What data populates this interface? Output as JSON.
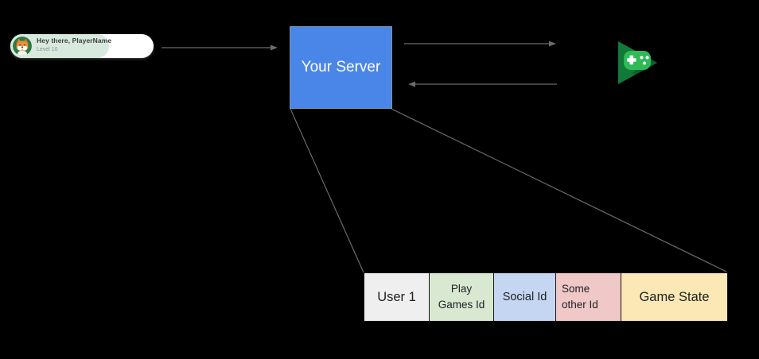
{
  "canvas": {
    "background": "#000000"
  },
  "player_card": {
    "greeting": "Hey there, PlayerName",
    "level": "Level 10",
    "avatar_icon": "fox-avatar-icon",
    "colors": {
      "card_bg": "#ffffff",
      "highlight_bg": "#d8e9dd",
      "avatar_bg": "#2c7a44",
      "greeting_text": "#3c4043",
      "level_text": "#8b9196"
    }
  },
  "server_box": {
    "label": "Your Server",
    "bg": "#4a86e8",
    "text_color": "#ffffff"
  },
  "play_games_icon": {
    "name": "google-play-games-icon",
    "triangle_color": "#117a38",
    "gamepad_color": "#2fba57",
    "shadow_color": "#0b6230",
    "glyph_color": "#ffffff"
  },
  "connectors": {
    "color": "#6b6b6b",
    "items": [
      {
        "name": "player-to-server",
        "from": "player-card",
        "to": "server-box",
        "arrow": "right"
      },
      {
        "name": "server-to-playgames",
        "from": "server-box",
        "to": "play-games-icon",
        "arrow": "right"
      },
      {
        "name": "playgames-to-server",
        "from": "play-games-icon",
        "to": "server-box",
        "arrow": "left"
      },
      {
        "name": "server-to-table-left",
        "from": "server-box",
        "to": "record-table",
        "arrow": "none"
      },
      {
        "name": "server-to-table-right",
        "from": "server-box",
        "to": "record-table",
        "arrow": "none"
      }
    ]
  },
  "table": {
    "border_color": "#111111",
    "text_color": "#202124",
    "cells": [
      {
        "label": "User 1",
        "bg": "#efefef"
      },
      {
        "label": "Play\nGames Id",
        "bg": "#d9e8d1"
      },
      {
        "label": "Social Id",
        "bg": "#c5d6f2"
      },
      {
        "label": "Some\nother Id",
        "bg": "#f1c8c8"
      },
      {
        "label": "Game State",
        "bg": "#fce8b4"
      }
    ]
  }
}
